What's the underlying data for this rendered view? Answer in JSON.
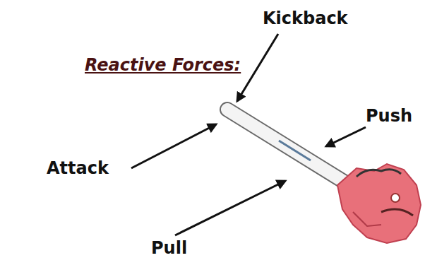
{
  "diagram": {
    "title": "Reactive Forces:",
    "labels": [
      "Kickback",
      "Push",
      "Attack",
      "Pull"
    ]
  }
}
